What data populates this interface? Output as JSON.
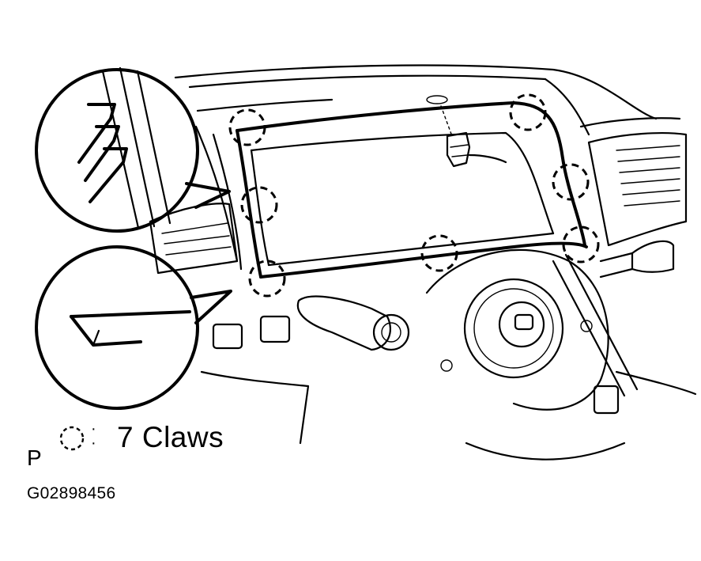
{
  "legend": {
    "view_letter": "P",
    "claw_symbol_icon": "dashed-circle-icon",
    "claws_label": "7 Claws"
  },
  "figure_code": "G02898456",
  "colors": {
    "ink": "#000000",
    "paper": "#ffffff"
  }
}
